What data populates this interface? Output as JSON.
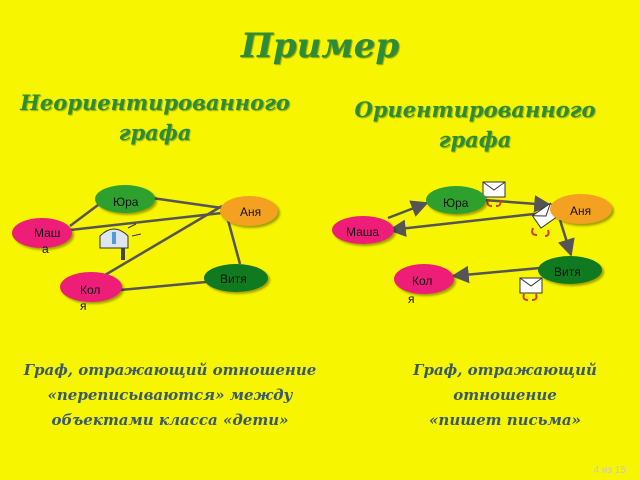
{
  "title": "Пример",
  "left": {
    "heading_line1": "Неориентированного",
    "heading_line2": "графа",
    "nodes": {
      "yura": "Юра",
      "anya": "Аня",
      "masha_part1": "Маш",
      "masha_part2": "а",
      "vitya": "Витя",
      "kolya_part1": "Кол",
      "kolya_part2": "я"
    },
    "caption_line1": "Граф, отражающий отношение",
    "caption_line2": "«переписываются» между",
    "caption_line3": "объектами класса «дети»"
  },
  "right": {
    "heading_line1": "Ориентированного",
    "heading_line2": "графа",
    "nodes": {
      "yura": "Юра",
      "anya": "Аня",
      "masha": "Маша",
      "vitya": "Витя",
      "kolya_part1": "Кол",
      "kolya_part2": "я"
    },
    "caption_line1": "Граф, отражающий",
    "caption_line2": "отношение",
    "caption_line3": "«пишет письма»"
  },
  "footer": "4 из 15",
  "colors": {
    "background": "#f7f500",
    "title": "#2e8b3a",
    "node_green": "#2ea02e",
    "node_dark_green": "#0f7a1f",
    "node_orange": "#f4a020",
    "node_pink": "#ee1e78",
    "edge": "#555555",
    "caption": "#3a5a6a"
  }
}
